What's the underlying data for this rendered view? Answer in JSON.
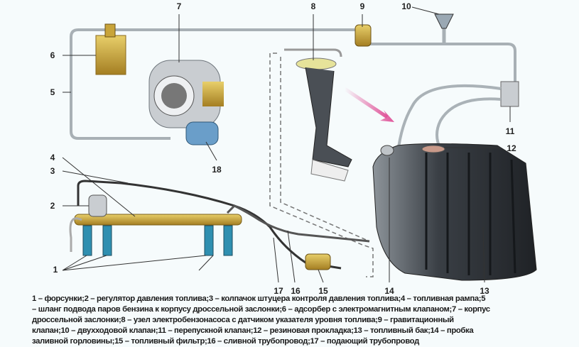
{
  "labels": {
    "l1": "1",
    "l2": "2",
    "l3": "3",
    "l4": "4",
    "l5": "5",
    "l6": "6",
    "l7": "7",
    "l8": "8",
    "l9": "9",
    "l10": "10",
    "l11": "11",
    "l12": "12",
    "l13": "13",
    "l14": "14",
    "l15": "15",
    "l16": "16",
    "l17": "17",
    "l18": "18"
  },
  "caption": [
    "1 – форсунки;2 – регулятор давления топлива;3 – колпачок штуцера контроля давления топлива;4 – топливная рампа;5",
    "– шланг подвода паров бензина к корпусу дроссельной заслонки;6 – адсорбер с электромагнитным клапаном;7 – корпус",
    "дроссельной заслонки;8 – узел электробензонасоса с датчиком указателя уровня топлива;9 – гравитационный",
    "клапан;10 – двухходовой клапан;11 – перепускной клапан;12 – резиновая прокладка;13 – топливный бак;14 – пробка",
    "заливной горловины;15 – топливный фильтр;16 – сливной трубопровод;17 – подающий трубопровод"
  ],
  "colors": {
    "pipe": "#9aa3a8",
    "brass": "#c8a43a",
    "tank": "#3b3f44",
    "arrow": "#e0559a"
  }
}
